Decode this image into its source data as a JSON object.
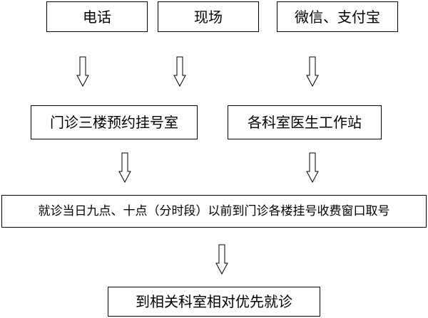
{
  "channels": {
    "phone": "电话",
    "onsite": "现场",
    "wechat_alipay": "微信、支付宝"
  },
  "booking": {
    "outpatient_floor3": "门诊三楼预约挂号室",
    "department_workstation": "各科室医生工作站"
  },
  "ticket_pickup": "就诊当日九点、十点（分时段）以前到门诊各楼挂号收费窗口取号",
  "final_step": "到相关科室相对优先就诊"
}
